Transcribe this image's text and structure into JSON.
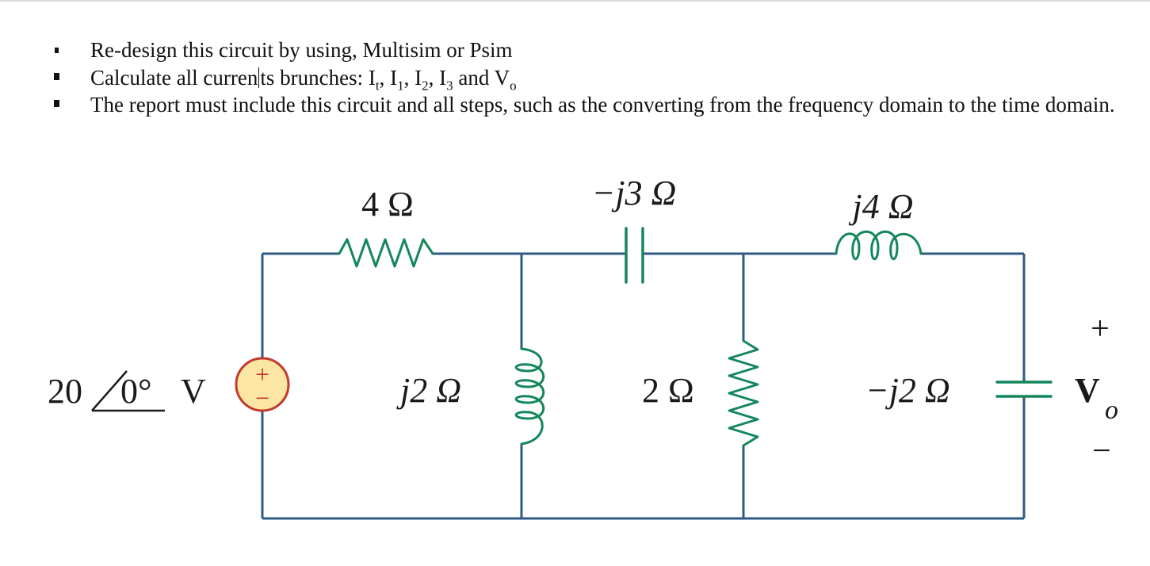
{
  "instructions": [
    {
      "text": "Re-design this circuit by using, Multisim or Psim"
    },
    {
      "prefix": "Calculate all curren",
      "suffix": "ts brunches: I",
      "s1": "t",
      "p1": ", I",
      "s2": "1",
      "p2": ", I",
      "s3": "2",
      "p3": ", I",
      "s4": "3",
      "p4": " and V",
      "s5": "o"
    },
    {
      "text": "The report must include this circuit and all steps, such as the converting from the frequency domain to the time domain."
    }
  ],
  "circuit": {
    "r1_label": "4 Ω",
    "c1_label": "−j3 Ω",
    "l2_label": "j4 Ω",
    "source_label_mag": "20",
    "source_label_ang": "0°",
    "source_label_unit": "V",
    "source_plus": "+",
    "source_minus": "−",
    "l1_label": "j2 Ω",
    "r2_label": "2 Ω",
    "c2_label": "−j2 Ω",
    "vo_plus": "+",
    "vo_letter": "V",
    "vo_sub": "o",
    "vo_minus": "−"
  },
  "colors": {
    "wire": "#2e5a84",
    "component": "#13875a",
    "source_fill": "#fbe7a3",
    "source_stroke": "#c23a2e"
  }
}
